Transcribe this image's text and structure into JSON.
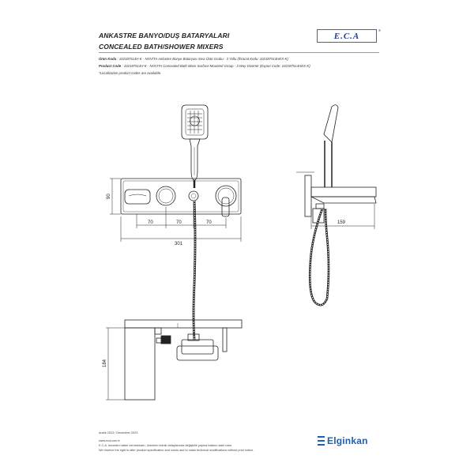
{
  "header": {
    "title_tr": "ANKASTRE BANYO/DUŞ BATARYALARI",
    "title_en": "CONCEALED BATH/SHOWER MIXERS",
    "logo_text": "E.C.A",
    "logo_mark": "®"
  },
  "codes": {
    "line1_label": "Ürün Kodu",
    "line1_text": ": 102187514H-K - NOVİTA Ankastre Banyo Bataryası Sıva Üstü Grubu - 3 Yollu (İhracat Kodu: 102187514HEX-K)",
    "line2_label": "Product Code",
    "line2_text": ": 102187514H-K - NOVITA Concealed Bath Mixer Surface Mounted Group - 3 Way Diverter (Export Code: 102187514HEX-K)",
    "line3_text": "*Localization product codes are available."
  },
  "dimensions": {
    "front_height": "90",
    "spacing_1": "70",
    "spacing_2": "70",
    "spacing_3": "70",
    "total_width": "301",
    "side_depth": "159",
    "bottom_height": "184"
  },
  "footer": {
    "date": "Aralık 2023 / December 2023",
    "copyright": "E.C.A. ",
    "note_tr": "E.C.A. önceden haber vermeksizin, ürünlerin teknik detaylarında değişiklik yapma hakkını saklı tutar.",
    "note_en": "We reserve the right to alter product specification and colors and to make technical modifications without prior notice.",
    "website": "www.eca.com.tr"
  },
  "brand": {
    "name": "Elginkan",
    "color": "#1f5fb4"
  }
}
